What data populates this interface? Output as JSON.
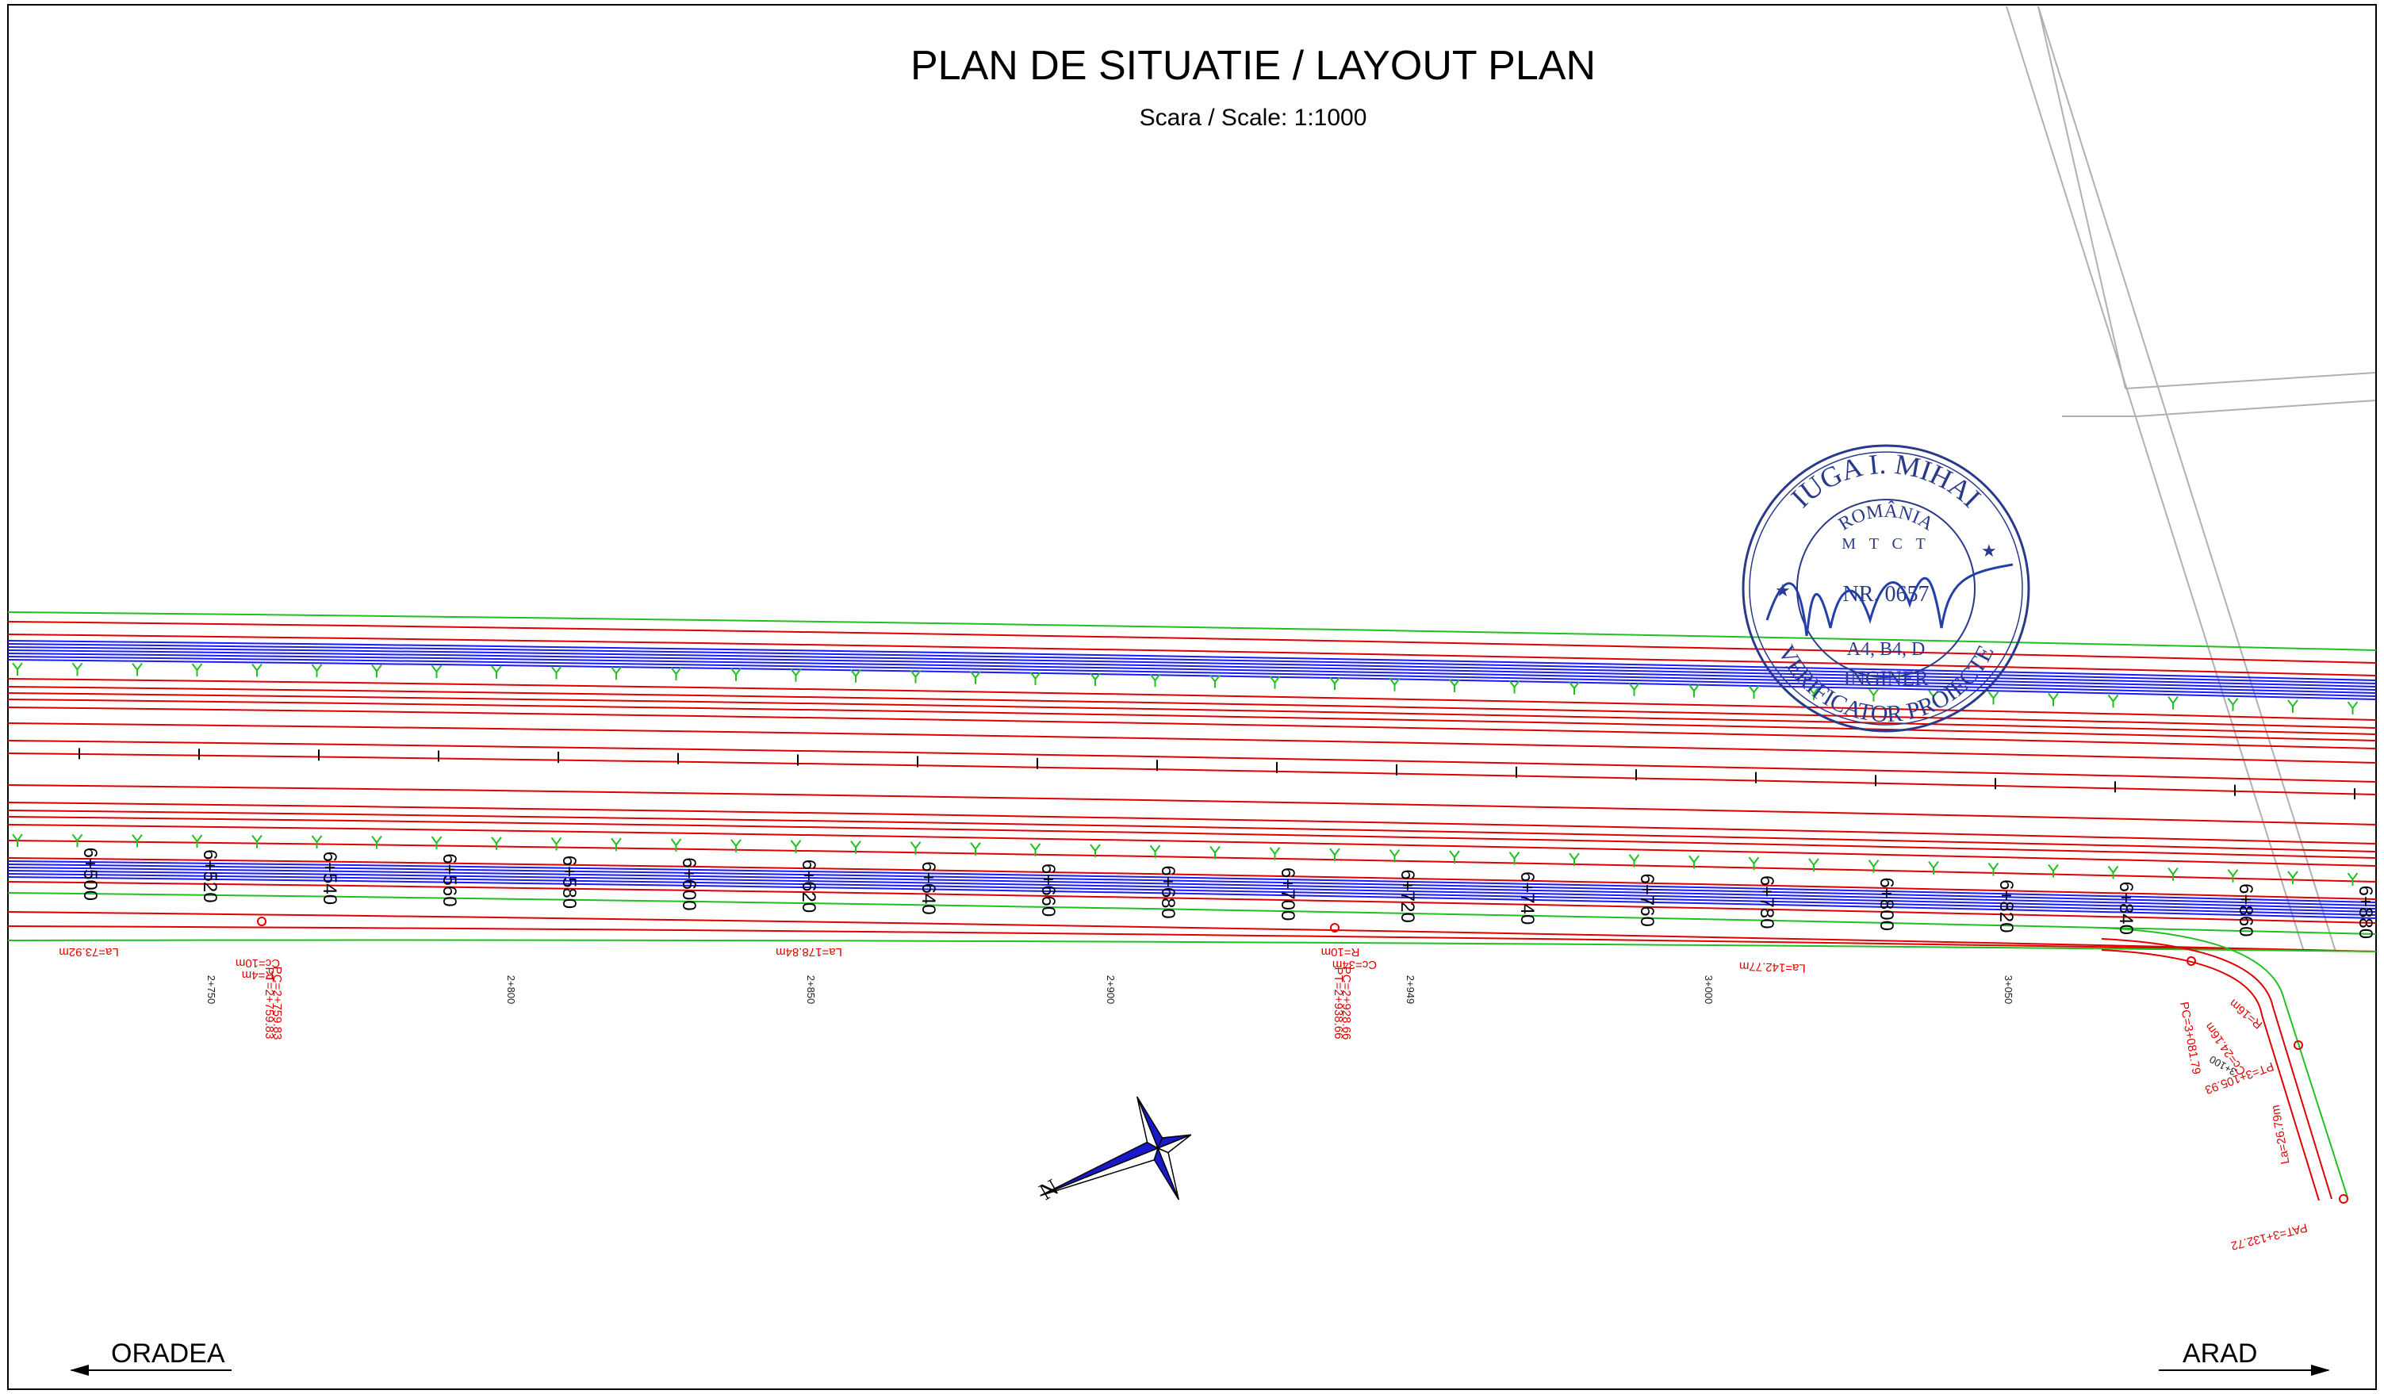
{
  "title": "PLAN DE SITUATIE / LAYOUT PLAN",
  "scale": "Scara / Scale: 1:1000",
  "directions": {
    "left": "ORADEA",
    "right": "ARAD"
  },
  "north_label": "N",
  "chainages_main": [
    "6+500",
    "6+520",
    "6+540",
    "6+560",
    "6+580",
    "6+600",
    "6+620",
    "6+640",
    "6+660",
    "6+680",
    "6+700",
    "6+720",
    "6+740",
    "6+760",
    "6+780",
    "6+800",
    "6+820",
    "6+840",
    "6+860",
    "6+880"
  ],
  "chainages_secondary": [
    "2+750",
    "2+800",
    "2+850",
    "2+900",
    "2+949",
    "3+000",
    "3+050"
  ],
  "annotations": {
    "la1": "La=73.92m",
    "cc1": "Cc=10m",
    "r1": "R=4m",
    "pt1a": "PT=2+759.83",
    "pt1b": "PC=2+759.83",
    "la2": "La=178.84m",
    "r2": "R=10m",
    "cc2": "Cc=34m",
    "pt2a": "PT=2+938.66",
    "pt2b": "PC=2+928.66",
    "la3": "La=142.77m",
    "pc3": "PC=3+081.79",
    "pt3": "PT=3+105.93",
    "cc3": "Cc=24.16m",
    "r3": "R=16m",
    "ch3": "3+100",
    "la4": "La=26.79m",
    "pat": "PAT=3+132.72"
  },
  "stamp": {
    "name": "IUGA I. MIHAI",
    "country": "ROMÂNIA",
    "ministry": "M T C T",
    "number": "NR. 0657",
    "domain": "A4, B4, D",
    "role": "INGINER",
    "title": "VERIFICATOR PROIECTE"
  },
  "colors": {
    "road_red": "#e00000",
    "edge_green": "#20c020",
    "lane_blue": "#1a1aff",
    "stamp_blue": "#2a3a8a",
    "north_blue": "#1a1acc"
  }
}
